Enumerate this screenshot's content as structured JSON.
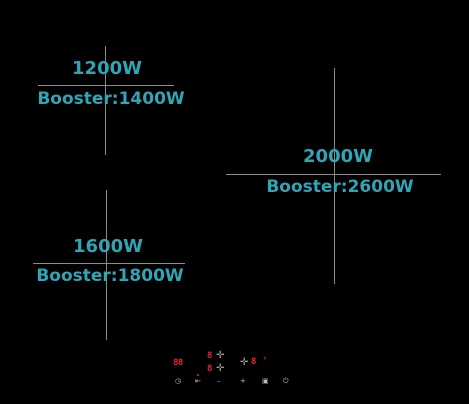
{
  "zones": [
    {
      "power": "1200W",
      "booster": "Booster:1400W"
    },
    {
      "power": "2000W",
      "booster": "Booster:2600W"
    },
    {
      "power": "1600W",
      "booster": "Booster:1800W"
    }
  ],
  "control_panel": {
    "timer_display": "88",
    "zone_display_top": "8",
    "zone_display_bottom": "8",
    "level_display": "8",
    "degree_symbol": "°",
    "buttons": [
      {
        "name": "timer",
        "icon": "clock-icon",
        "glyph": "◷"
      },
      {
        "name": "zone-select",
        "icon": "zone-select-icon",
        "glyph": "⇤"
      },
      {
        "name": "minus",
        "icon": "minus-icon",
        "glyph": "–"
      },
      {
        "name": "plus",
        "icon": "plus-icon",
        "glyph": "+"
      },
      {
        "name": "lock",
        "icon": "lock-icon",
        "glyph": "▣"
      },
      {
        "name": "power",
        "icon": "power-icon",
        "glyph": "⏻"
      }
    ],
    "colors": {
      "label": "#2ea6b6",
      "display": "#e0262b"
    }
  }
}
